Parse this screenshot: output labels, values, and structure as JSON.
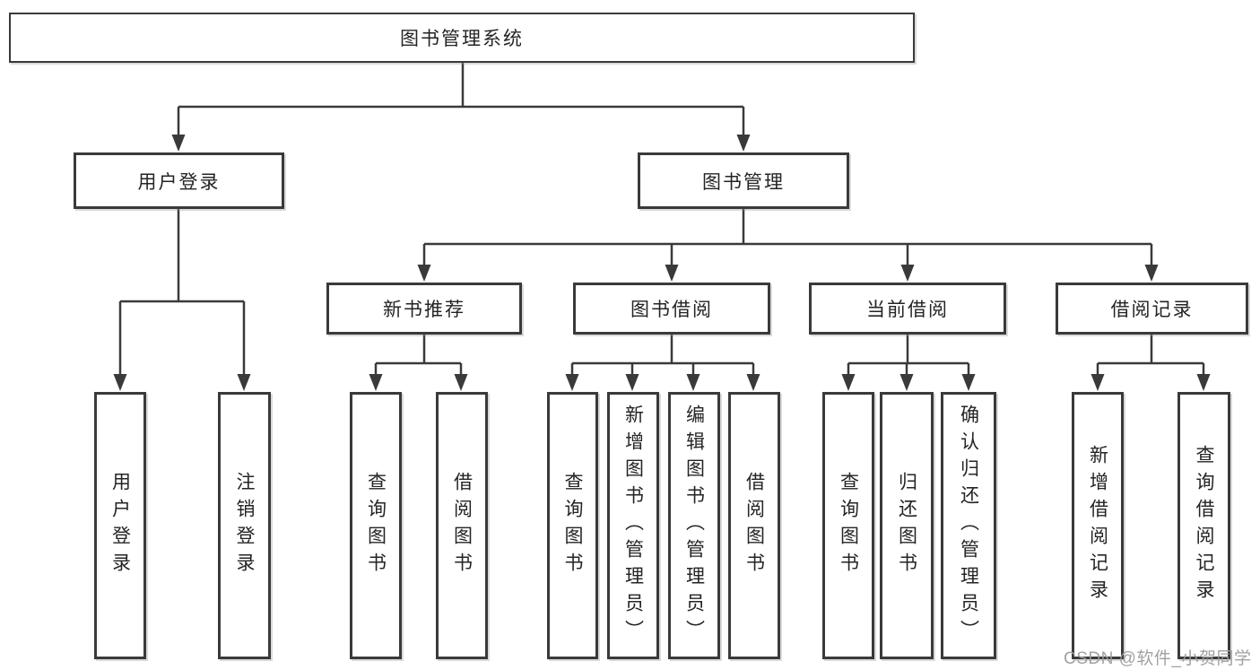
{
  "tree": {
    "label": "图书管理系统",
    "children": [
      {
        "label": "用户登录",
        "children": [
          {
            "label": "用户登录"
          },
          {
            "label": "注销登录"
          }
        ]
      },
      {
        "label": "图书管理",
        "children": [
          {
            "label": "新书推荐",
            "children": [
              {
                "label": "查询图书"
              },
              {
                "label": "借阅图书"
              }
            ]
          },
          {
            "label": "图书借阅",
            "children": [
              {
                "label": "查询图书"
              },
              {
                "label": "新增图书（管理员）"
              },
              {
                "label": "编辑图书（管理员）"
              },
              {
                "label": "借阅图书"
              }
            ]
          },
          {
            "label": "当前借阅",
            "children": [
              {
                "label": "查询图书"
              },
              {
                "label": "归还图书"
              },
              {
                "label": "确认归还（管理员）"
              }
            ]
          },
          {
            "label": "借阅记录",
            "children": [
              {
                "label": "新增借阅记录"
              },
              {
                "label": "查询借阅记录"
              }
            ]
          }
        ]
      }
    ]
  },
  "watermark": {
    "text": "CSDN @软件_小贺同学",
    "color": "#9c9c9c"
  },
  "colors": {
    "line": "#3a3a3a",
    "border": "#3a3a3a",
    "text": "#242424",
    "background": "#ffffff"
  }
}
